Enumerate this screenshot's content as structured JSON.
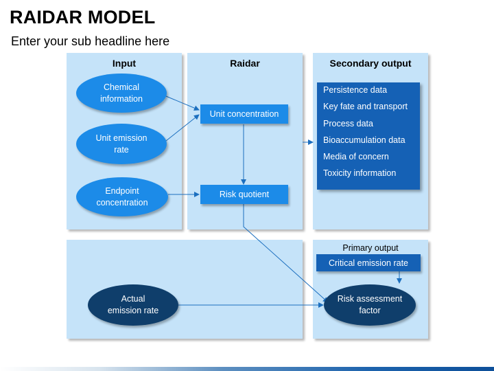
{
  "slide": {
    "title": "RAIDAR MODEL",
    "subtitle": "Enter your sub headline here"
  },
  "panels": {
    "input": "Input",
    "raidar": "Raidar",
    "secondary": "Secondary output",
    "primary": "Primary output"
  },
  "inputs": {
    "chemical": "Chemical\ninformation",
    "unit_emission": "Unit emission\nrate",
    "endpoint": "Endpoint\nconcentration",
    "actual_emission": "Actual\nemission rate"
  },
  "raidar_nodes": {
    "unit_concentration": "Unit concentration",
    "risk_quotient": "Risk quotient"
  },
  "secondary_outputs": [
    "Persistence data",
    "Key fate and transport",
    "Process data",
    "Bioaccumulation data",
    "Media of concern",
    "Toxicity information"
  ],
  "primary_outputs": {
    "critical_emission_rate": "Critical emission rate",
    "risk_assessment": "Risk assessment\nfactor"
  },
  "colors": {
    "panel": "#c5e3f9",
    "node_blue": "#1c8be8",
    "node_dark": "#0f3e6b",
    "list_box": "#1561b5",
    "connector": "#1c6fbf"
  }
}
